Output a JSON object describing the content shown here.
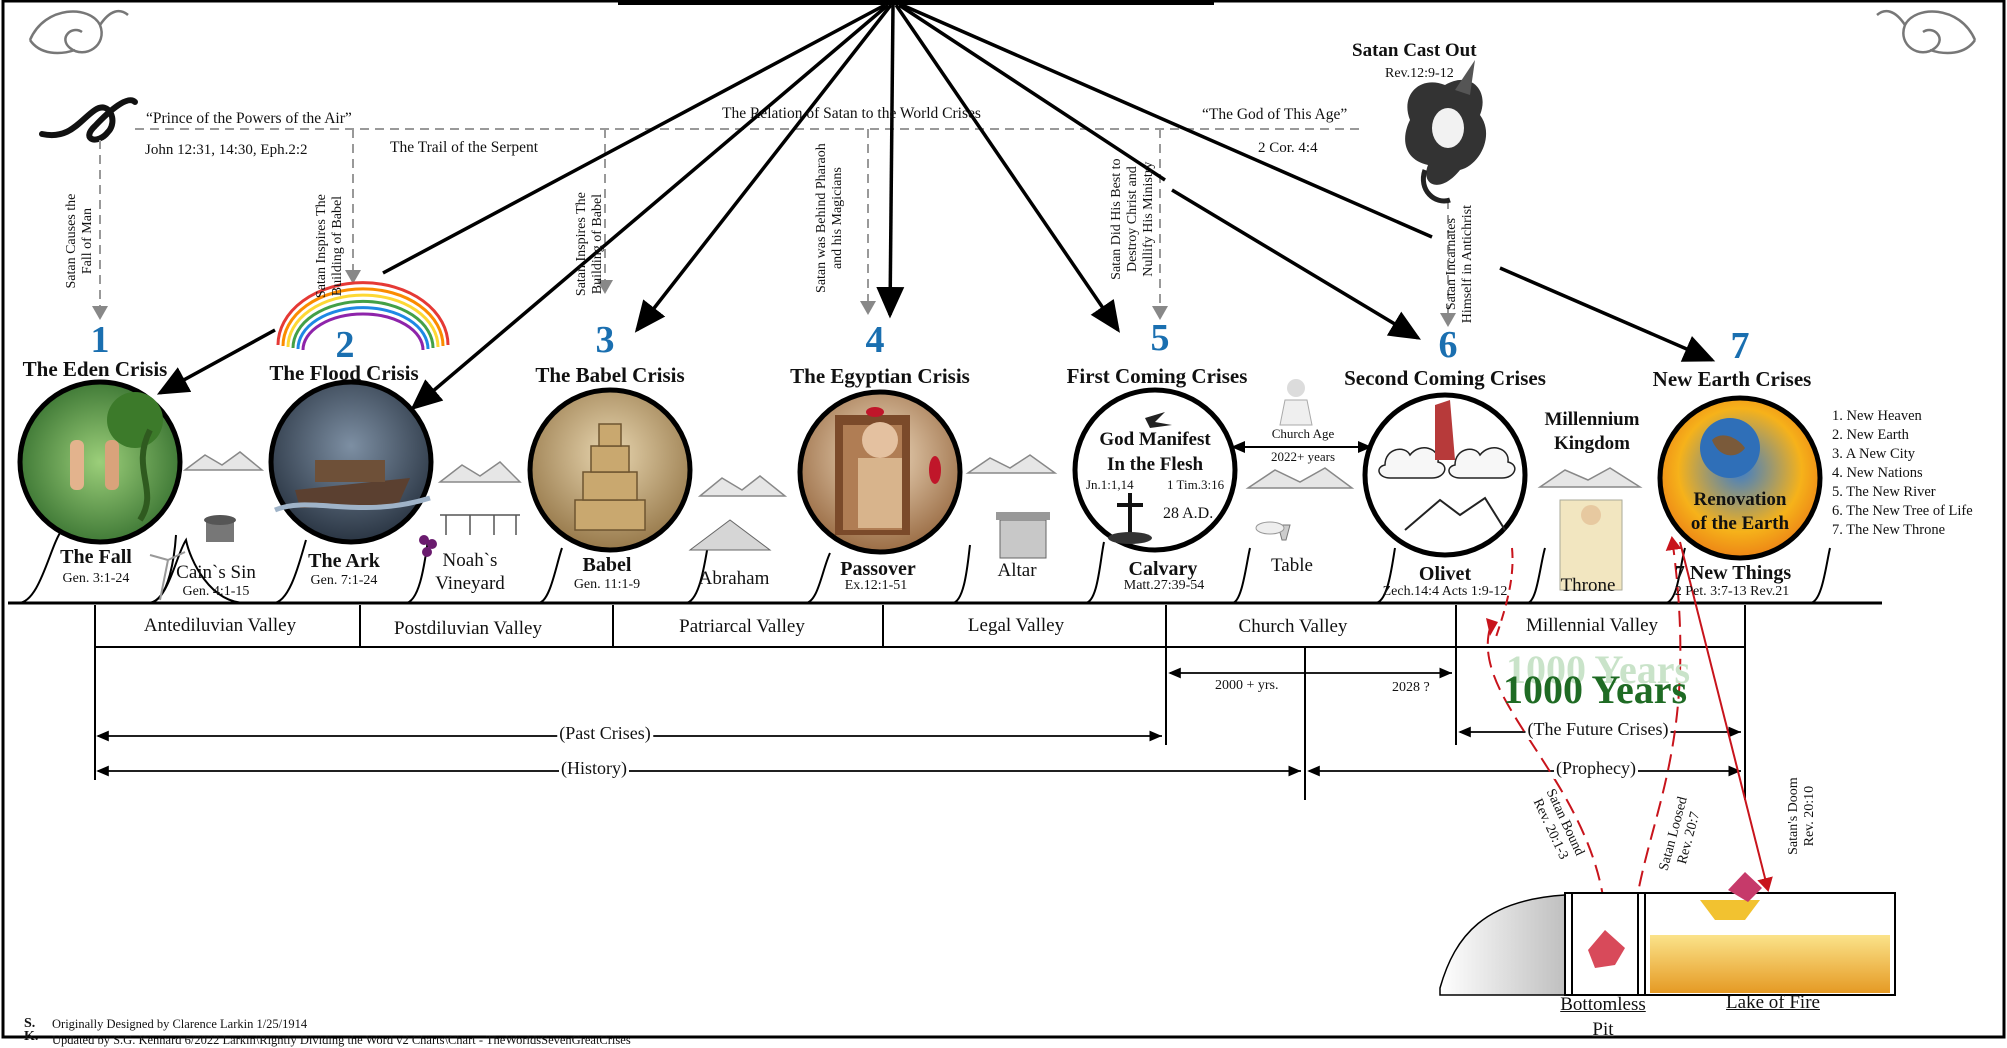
{
  "header": {
    "cast_out_title": "Satan Cast Out",
    "cast_out_ref": "Rev.12:9-12",
    "prince_quote": "“Prince of the Powers of the Air”",
    "prince_refs": "John 12:31, 14:30, Eph.2:2",
    "trail": "The Trail of the Serpent",
    "relation": "The Relation of Satan to the World Crises",
    "god_of_age": "“The God of This Age”",
    "god_of_age_ref": "2 Cor. 4:4"
  },
  "satan_notes": [
    {
      "line1": "Satan Causes the",
      "line2": "Fall of Man"
    },
    {
      "line1": "Satan Inspires The",
      "line2": "Building of Babel"
    },
    {
      "line1": "Satan Inspires The",
      "line2": "Building of Babel"
    },
    {
      "line1": "Satan was Behind Pharaoh",
      "line2": "and his Magicians"
    },
    {
      "line1": "Satan Did His Best to",
      "line2": "Destroy Christ and",
      "line3": "Nullify His Ministry"
    },
    {
      "line1": "Satan Incarnates",
      "line2": "Himself in Antichrist"
    }
  ],
  "crises": [
    {
      "number": "1",
      "title": "The Eden Crisis",
      "event": "The Fall",
      "ref": "Gen. 3:1-24"
    },
    {
      "number": "2",
      "title": "The Flood Crisis",
      "event": "The Ark",
      "ref": "Gen. 7:1-24"
    },
    {
      "number": "3",
      "title": "The Babel Crisis",
      "event": "Babel",
      "ref": "Gen. 11:1-9"
    },
    {
      "number": "4",
      "title": "The Egyptian Crisis",
      "event": "Passover",
      "ref": "Ex.12:1-51"
    },
    {
      "number": "5",
      "title": "First Coming Crises",
      "event": "Calvary",
      "ref": "Matt.27:39-54"
    },
    {
      "number": "6",
      "title": "Second Coming Crises",
      "event": "Olivet",
      "ref": "Zech.14:4 Acts 1:9-12"
    },
    {
      "number": "7",
      "title": "New Earth Crises",
      "event": "7 New Things",
      "ref": "2 Pet. 3:7-13  Rev.21"
    }
  ],
  "calvary_circle": {
    "line1": "God Manifest",
    "line2": "In the Flesh",
    "ref_left": "Jn.1:1,14",
    "ref_right": "1 Tim.3:16",
    "date": "28 A.D."
  },
  "renovation": {
    "line1": "Renovation",
    "line2": "of the Earth"
  },
  "between_events": [
    {
      "line1": "Cain`s Sin",
      "line2": "Gen. 4:1-15"
    },
    {
      "line1": "Noah`s",
      "line2": "Vineyard"
    },
    {
      "line1": "Abraham"
    },
    {
      "line1": "Altar"
    },
    {
      "line1": "Table"
    },
    {
      "line1": "Throne"
    }
  ],
  "church_age": {
    "label": "Church Age",
    "years": "2022+ years"
  },
  "millennium": {
    "line1": "Millennium",
    "line2": "Kingdom"
  },
  "new_things": [
    "1. New Heaven",
    "2. New Earth",
    "3. A New City",
    "4. New Nations",
    "5. The New River",
    "6. The New Tree of Life",
    "7. The New Throne"
  ],
  "valleys": [
    "Antediluvian Valley",
    "Postdiluvian Valley",
    "Patriarcal Valley",
    "Legal Valley",
    "Church Valley",
    "Millennial Valley"
  ],
  "timeline": {
    "years_2000": "2000 + yrs.",
    "year_2028": "2028 ?",
    "thousand_years": "1000 Years",
    "past_crises": "(Past Crises)",
    "future_crises": "(The Future Crises)",
    "history": "(History)",
    "prophecy": "(Prophecy)"
  },
  "doom_notes": [
    {
      "line1": "Satan Bound",
      "line2": "Rev. 20:1-3"
    },
    {
      "line1": "Satan Loosed",
      "line2": "Rev. 20:7"
    },
    {
      "line1": "Satan's Doom",
      "line2": "Rev. 20:10"
    }
  ],
  "pits": {
    "bottomless_line1": "Bottomless",
    "bottomless_line2": "Pit",
    "lake": "Lake of Fire"
  },
  "credits": {
    "initials": "S.\nK.",
    "designed": "Originally Designed by Clarence Larkin 1/25/1914",
    "updated": "Updated by S.G. Kennard 6/2022   Larkin\\Rightly Dividing the Word v2 Charts\\Chart - TheWorldsSevenGreatCrises"
  },
  "colors": {
    "crisis_number": "#1a6fb0",
    "doom_red": "#c8141c",
    "thousand_years_green": "#1f6b24"
  }
}
